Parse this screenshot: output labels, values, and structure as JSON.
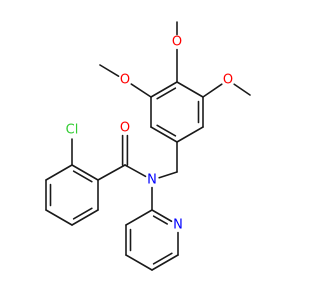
{
  "molecule": {
    "atoms": [
      {
        "id": "o_carbonyl",
        "text": "O",
        "color": "#ff0000"
      },
      {
        "id": "cl",
        "text": "Cl",
        "color": "#33cc33"
      },
      {
        "id": "n_amide",
        "text": "N",
        "color": "#0000ff"
      },
      {
        "id": "n_pyridine",
        "text": "N",
        "color": "#0000ff"
      },
      {
        "id": "o_methoxy_top",
        "text": "O",
        "color": "#ff0000"
      },
      {
        "id": "o_methoxy_left",
        "text": "O",
        "color": "#ff0000"
      },
      {
        "id": "o_methoxy_right",
        "text": "O",
        "color": "#ff0000"
      }
    ]
  }
}
